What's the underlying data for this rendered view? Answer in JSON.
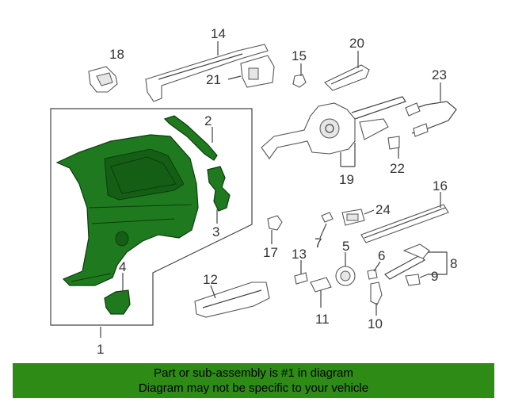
{
  "callouts": {
    "c1": "1",
    "c2": "2",
    "c3": "3",
    "c4": "4",
    "c5": "5",
    "c6": "6",
    "c7": "7",
    "c8": "8",
    "c9": "9",
    "c10": "10",
    "c11": "11",
    "c12": "12",
    "c13": "13",
    "c14": "14",
    "c15": "15",
    "c16": "16",
    "c17": "17",
    "c18": "18",
    "c19": "19",
    "c20": "20",
    "c21": "21",
    "c22": "22",
    "c23": "23",
    "c24": "24"
  },
  "footer": {
    "line1": "Part or sub-assembly is #1 in diagram",
    "line2": "Diagram may not be specific to your vehicle"
  },
  "colors": {
    "highlight": "#1f7a1f",
    "banner": "#2e8b16"
  }
}
